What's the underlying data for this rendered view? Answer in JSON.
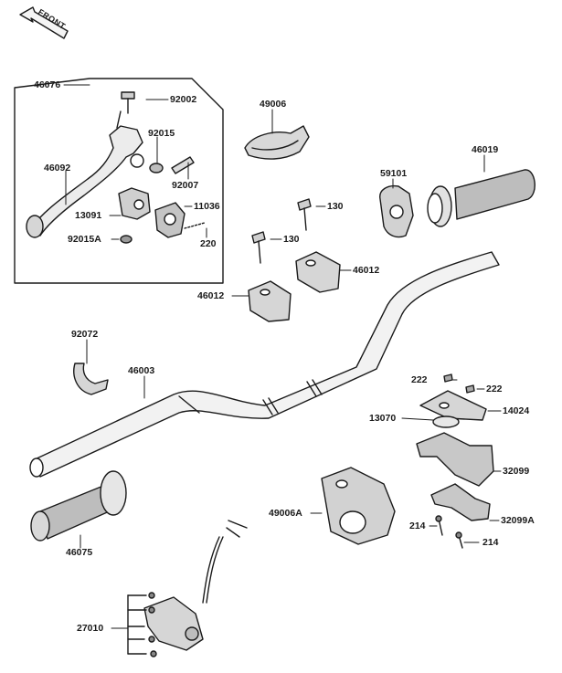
{
  "front_marker": "FRONT",
  "labels": {
    "l46076": "46076",
    "l92002": "92002",
    "l92015": "92015",
    "l46092": "46092",
    "l92007": "92007",
    "l11036": "11036",
    "l13091": "13091",
    "l92015A": "92015A",
    "l220": "220",
    "l49006": "49006",
    "l59101": "59101",
    "l46019": "46019",
    "l130a": "130",
    "l130b": "130",
    "l46012a": "46012",
    "l46012b": "46012",
    "l92072": "92072",
    "l46003": "46003",
    "l222a": "222",
    "l222b": "222",
    "l13070": "13070",
    "l14024": "14024",
    "l32099": "32099",
    "l49006A": "49006A",
    "l32099A": "32099A",
    "l214a": "214",
    "l214b": "214",
    "l46075": "46075",
    "l27010": "27010"
  }
}
